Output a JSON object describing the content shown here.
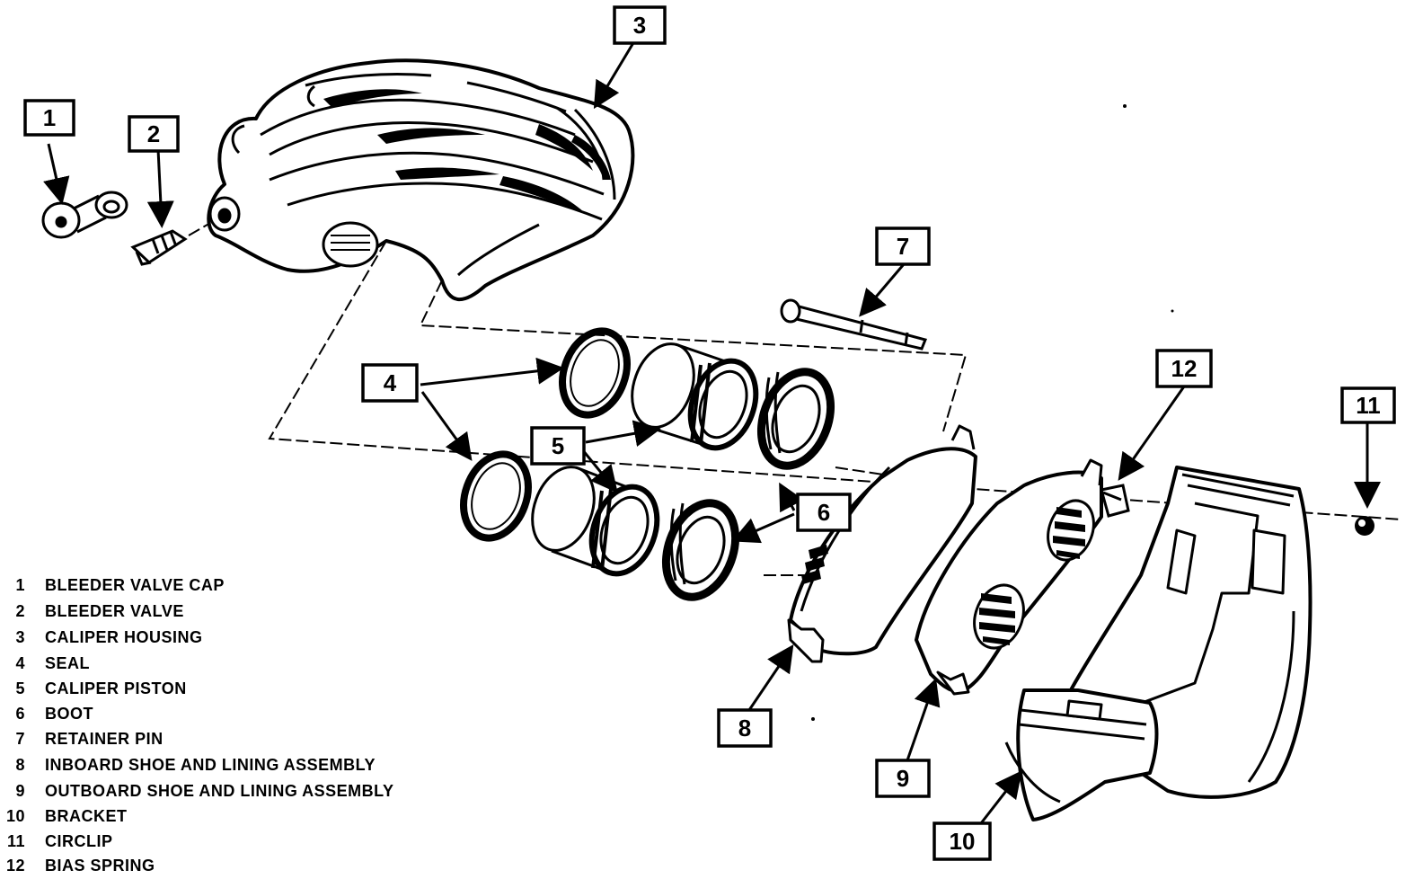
{
  "callouts": [
    {
      "num": "1"
    },
    {
      "num": "2"
    },
    {
      "num": "3"
    },
    {
      "num": "4"
    },
    {
      "num": "5"
    },
    {
      "num": "6"
    },
    {
      "num": "7"
    },
    {
      "num": "8"
    },
    {
      "num": "9"
    },
    {
      "num": "10"
    },
    {
      "num": "11"
    },
    {
      "num": "12"
    }
  ],
  "legend": [
    {
      "num": "1",
      "text": "BLEEDER VALVE CAP"
    },
    {
      "num": "2",
      "text": "BLEEDER VALVE"
    },
    {
      "num": "3",
      "text": "CALIPER HOUSING"
    },
    {
      "num": "4",
      "text": "SEAL"
    },
    {
      "num": "5",
      "text": "CALIPER PISTON"
    },
    {
      "num": "6",
      "text": "BOOT"
    },
    {
      "num": "7",
      "text": "RETAINER PIN"
    },
    {
      "num": "8",
      "text": "INBOARD SHOE AND LINING ASSEMBLY"
    },
    {
      "num": "9",
      "text": "OUTBOARD SHOE AND LINING ASSEMBLY"
    },
    {
      "num": "10",
      "text": "BRACKET"
    },
    {
      "num": "11",
      "text": "CIRCLIP"
    },
    {
      "num": "12",
      "text": "BIAS SPRING"
    }
  ]
}
